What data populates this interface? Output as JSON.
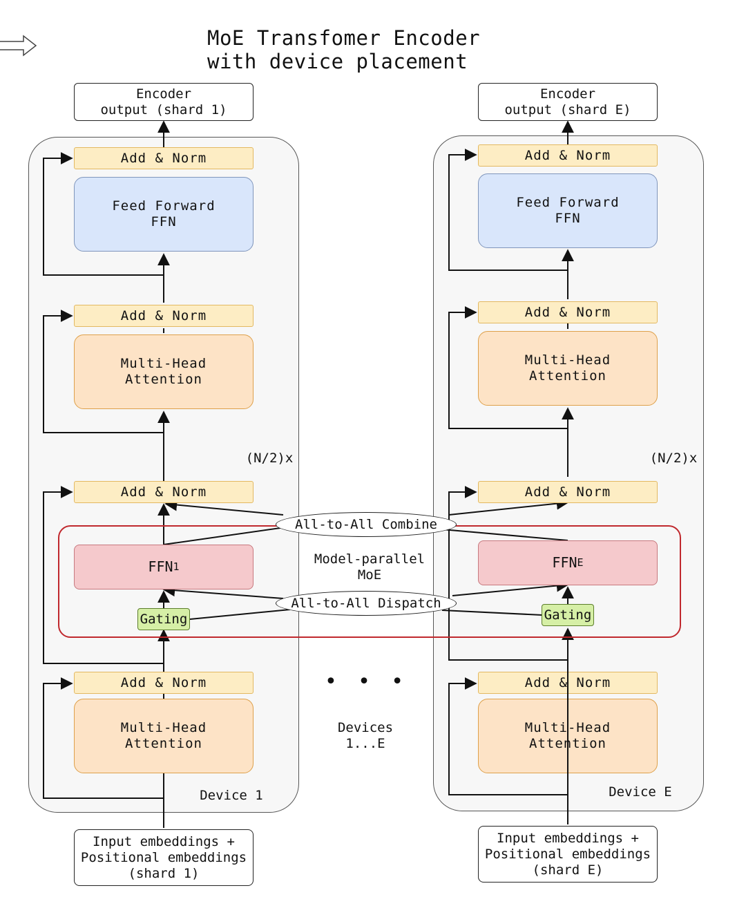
{
  "title": "MoE Transfomer Encoder\nwith device placement",
  "devices": {
    "left": {
      "label": "Device 1",
      "output": "Encoder\noutput (shard 1)",
      "input": "Input embeddings +\nPositional embeddings\n(shard 1)",
      "repeat": "(N/2)x",
      "add_norm": "Add & Norm",
      "feed_forward": "Feed Forward\nFFN",
      "attention": "Multi-Head\nAttention",
      "expert_name": "FFN",
      "expert_sub": "1",
      "gating": "Gating"
    },
    "right": {
      "label": "Device E",
      "output": "Encoder\noutput (shard E)",
      "input": "Input embeddings +\nPositional embeddings\n(shard E)",
      "repeat": "(N/2)x",
      "add_norm": "Add & Norm",
      "feed_forward": "Feed Forward\nFFN",
      "attention": "Multi-Head\nAttention",
      "expert_name": "FFN",
      "expert_sub": "E",
      "gating": "Gating"
    }
  },
  "center": {
    "combine": "All-to-All Combine",
    "dispatch": "All-to-All Dispatch",
    "moe": "Model-parallel\nMoE",
    "ellipsis": "• • •",
    "devices": "Devices\n1...E"
  },
  "colors": {
    "add_norm_fill": "#fdedc4",
    "ffn_fill": "#d9e6fb",
    "attention_fill": "#fde3c6",
    "expert_fill": "#f5c9cc",
    "gating_fill": "#d6efa6",
    "moe_border": "#c0282d"
  }
}
